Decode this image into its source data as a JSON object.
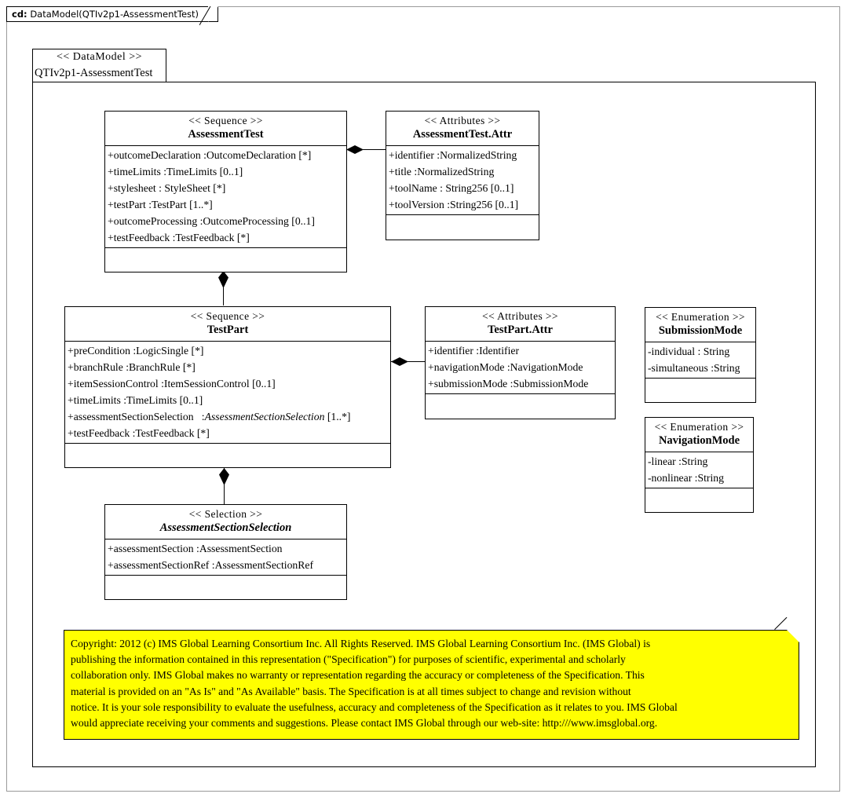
{
  "frame": {
    "kind_label": "cd:",
    "title": "DataModel(QTIv2p1-AssessmentTest)"
  },
  "package": {
    "stereotype": "<< DataModel >>",
    "name": "QTIv2p1-AssessmentTest"
  },
  "classes": [
    {
      "id": "assessment-test",
      "stereotype": "<< Sequence >>",
      "name": "AssessmentTest",
      "attributes": [
        "+outcomeDeclaration  :OutcomeDeclaration  [*]",
        "+timeLimits  :TimeLimits  [0..1]",
        "+stylesheet : StyleSheet [*]",
        "+testPart :TestPart [1..*]",
        "+outcomeProcessing  :OutcomeProcessing  [0..1]",
        "+testFeedback :TestFeedback [*]"
      ]
    },
    {
      "id": "assessment-test-attr",
      "stereotype": "<< Attributes  >>",
      "name": "AssessmentTest.Attr",
      "attributes": [
        "+identifier  :NormalizedString",
        "+title :NormalizedString",
        "+toolName : String256 [0..1]",
        "+toolVersion  :String256 [0..1]"
      ]
    },
    {
      "id": "test-part",
      "stereotype": "<< Sequence >>",
      "name": "TestPart",
      "attributes": [
        "+preCondition :LogicSingle  [*]",
        "+branchRule :BranchRule  [*]",
        "+itemSessionControl  :ItemSessionControl  [0..1]",
        "+timeLimits  :TimeLimits  [0..1]",
        "+assessmentSectionSelection   :AssessmentSectionSelection [1..*]",
        "+testFeedback :TestFeedback [*]"
      ]
    },
    {
      "id": "test-part-attr",
      "stereotype": "<< Attributes  >>",
      "name": "TestPart.Attr",
      "attributes": [
        "+identifier  :Identifier",
        "+navigationMode  :NavigationMode",
        "+submissionMode  :SubmissionMode"
      ]
    },
    {
      "id": "submission-mode",
      "stereotype": "<< Enumeration  >>",
      "name": "SubmissionMode",
      "attributes": [
        "-individual  : String",
        "-simultaneous  :String"
      ]
    },
    {
      "id": "navigation-mode",
      "stereotype": "<< Enumeration  >>",
      "name": "NavigationMode",
      "attributes": [
        "-linear :String",
        "-nonlinear  :String"
      ]
    },
    {
      "id": "assessment-section-selection",
      "stereotype": "<< Selection  >>",
      "name": "AssessmentSectionSelection",
      "attributes": [
        "+assessmentSection  :AssessmentSection",
        "+assessmentSectionRef  :AssessmentSectionRef"
      ]
    }
  ],
  "note": {
    "lines": [
      "Copyright: 2012 (c) IMS Global Learning Consortium Inc.  All Rights Reserved.  IMS Global Learning Consortium Inc. (IMS Global) is",
      "publishing the information contained in this representation (\"Specification\") for purposes of scientific, experimental and scholarly",
      "collaboration only.  IMS Global makes no warranty or representation regarding the accuracy or completeness of the Specification.  This",
      "material is provided on an \"As Is\" and \"As Available\" basis.  The Specification is at all times subject to change and revision without",
      "notice.  It is your sole responsibility to evaluate the usefulness, accuracy and completeness of the Specification as it relates to you.  IMS Global",
      "would appreciate receiving your comments and suggestions.  Please contact IMS Global through our web-site: http:///www.imsglobal.org."
    ],
    "background_color": "#ffff00"
  },
  "colors": {
    "frame_border": "#9a9a9a",
    "line": "#000000",
    "note_bg": "#ffff00",
    "page_bg": "#ffffff"
  }
}
